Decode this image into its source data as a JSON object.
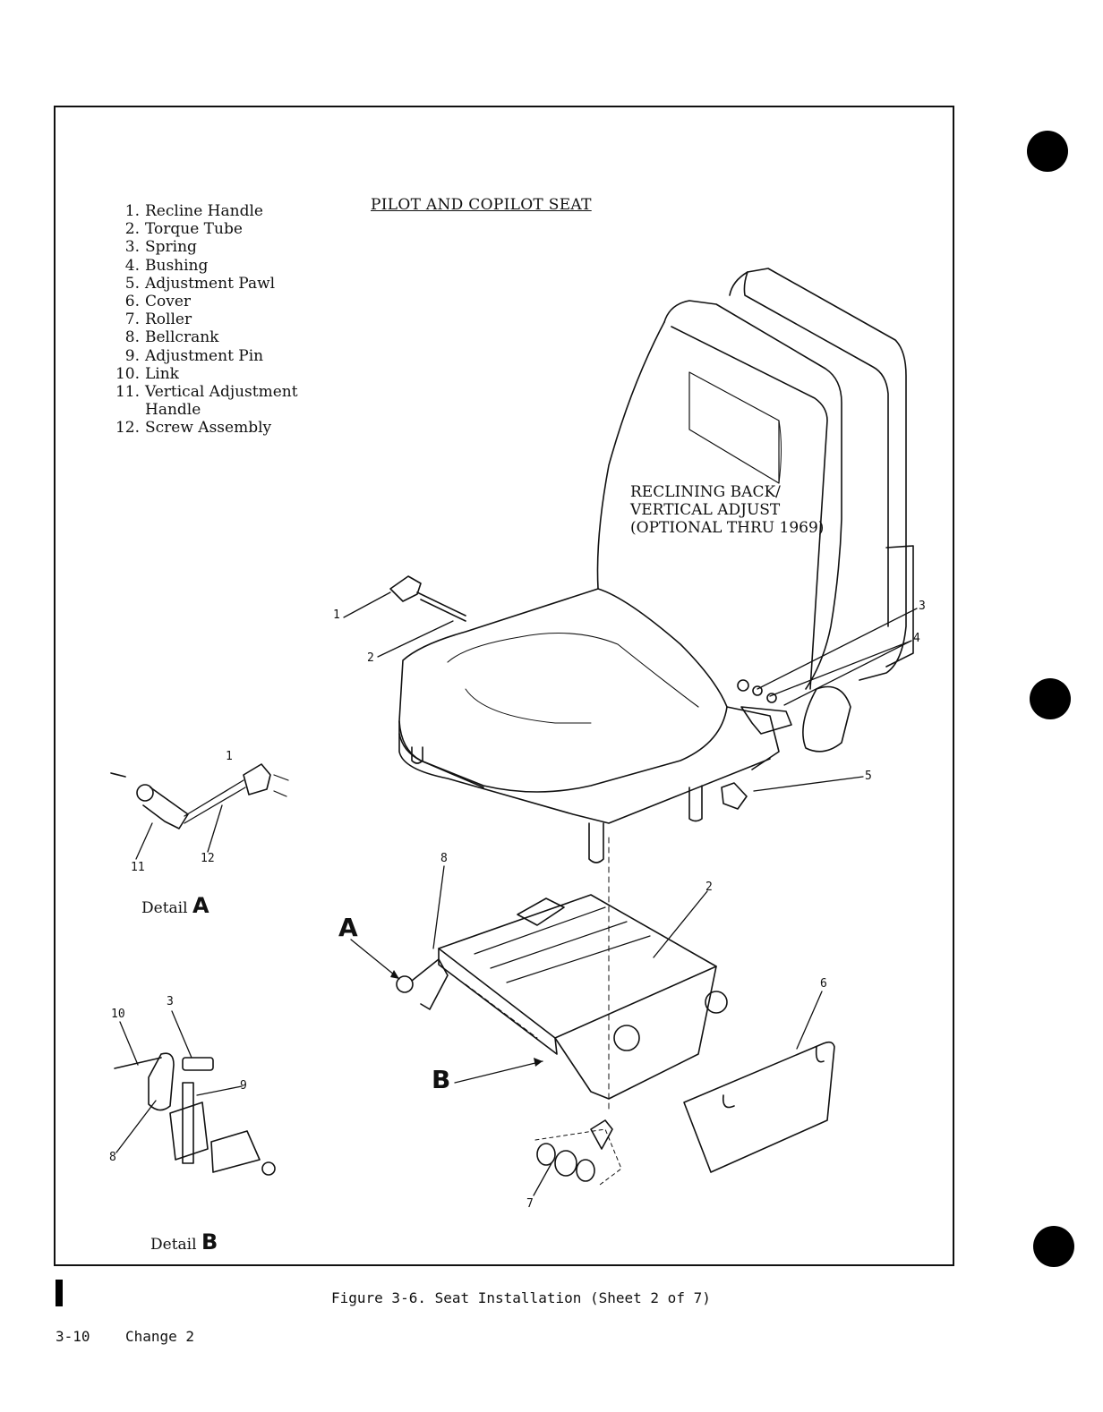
{
  "legend": {
    "items": [
      {
        "num": "1.",
        "label": "Recline Handle"
      },
      {
        "num": "2.",
        "label": "Torque Tube"
      },
      {
        "num": "3.",
        "label": "Spring"
      },
      {
        "num": "4.",
        "label": "Bushing"
      },
      {
        "num": "5.",
        "label": "Adjustment Pawl"
      },
      {
        "num": "6.",
        "label": "Cover"
      },
      {
        "num": "7.",
        "label": "Roller"
      },
      {
        "num": "8.",
        "label": "Bellcrank"
      },
      {
        "num": "9.",
        "label": "Adjustment Pin"
      },
      {
        "num": "10.",
        "label": "Link"
      },
      {
        "num": "11.",
        "label": "Vertical Adjustment"
      },
      {
        "num": "",
        "label": "Handle"
      },
      {
        "num": "12.",
        "label": "Screw Assembly"
      }
    ]
  },
  "title": "PILOT AND COPILOT SEAT",
  "note": {
    "line1": "RECLINING BACK/",
    "line2": "VERTICAL ADJUST",
    "line3": "(OPTIONAL THRU 1969)"
  },
  "details": {
    "a_label": "Detail",
    "a_letter": "A",
    "b_label": "Detail",
    "b_letter": "B"
  },
  "view_letters": {
    "a": "A",
    "b": "B"
  },
  "callouts": {
    "c1": "1",
    "c2": "2",
    "c3": "3",
    "c4": "4",
    "c5": "5",
    "c2b": "2",
    "c6": "6",
    "c7": "7",
    "c8": "8",
    "d11": "11",
    "d12": "12",
    "d1": "1",
    "d10": "10",
    "d3": "3",
    "d9": "9",
    "d8": "8"
  },
  "caption": "Figure 3-6.  Seat Installation (Sheet 2 of 7)",
  "footer": {
    "page": "3-10",
    "change": "Change 2"
  }
}
